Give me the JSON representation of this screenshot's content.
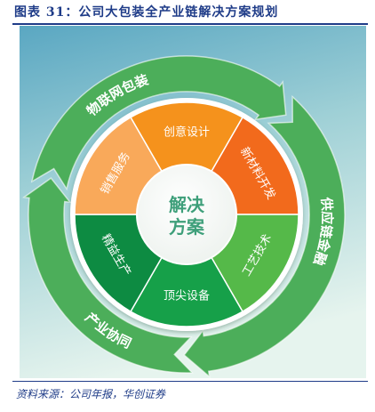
{
  "figure": {
    "title": "图表 31：公司大包装全产业链解决方案规划",
    "source": "资料来源：公司年报，华创证券"
  },
  "diagram": {
    "center": {
      "line1": "解决",
      "line2": "方案"
    },
    "inner_segments": [
      {
        "label": "创意设计",
        "color": "#F5921E"
      },
      {
        "label": "新材料开发",
        "color": "#F26B1D"
      },
      {
        "label": "工艺技术",
        "color": "#55B948"
      },
      {
        "label": "顶尖设备",
        "color": "#15A04A"
      },
      {
        "label": "精益生产",
        "color": "#0E8B43"
      },
      {
        "label": "销售服务",
        "color": "#F9A95A"
      }
    ],
    "outer_ring": [
      {
        "label": "物联网包装"
      },
      {
        "label": "供应链金融"
      },
      {
        "label": "产业协同"
      }
    ],
    "colors": {
      "outer_ring": "#4CAE5A",
      "panel_top": "#5AA7C2",
      "panel_bottom": "#DCEFE8"
    }
  }
}
